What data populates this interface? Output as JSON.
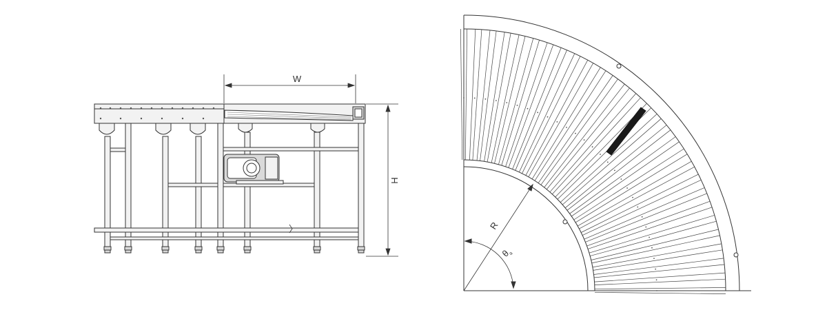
{
  "colors": {
    "line": "#333333",
    "fill_light": "#f2f2f2",
    "fill_mid": "#d9d9d9",
    "fill_dark": "#1a1a1a",
    "background": "#ffffff"
  },
  "side_view": {
    "width_label": "W",
    "height_label": "H"
  },
  "plan_view": {
    "radius_label": "R",
    "angle_label": "θ",
    "angle_subscript": "a"
  }
}
